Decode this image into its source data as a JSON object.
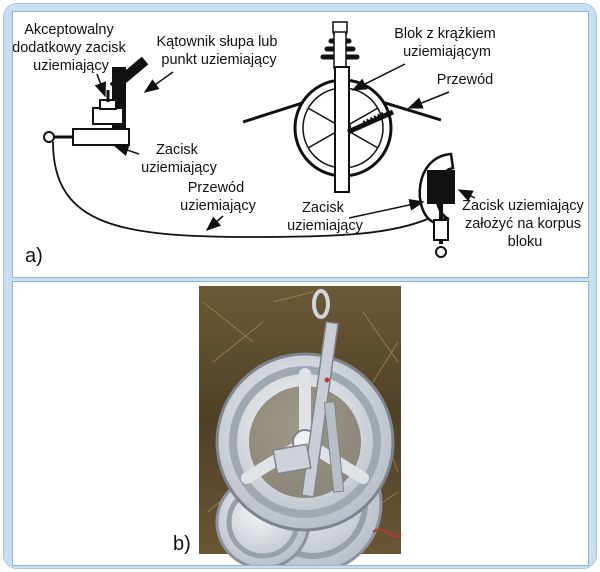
{
  "diagram": {
    "panel_a": {
      "letter": "a)",
      "labels": {
        "acceptable_clamp": [
          "Akceptowalny",
          "dodatkowy zacisk",
          "uziemiający"
        ],
        "angle_bar": [
          "Kątownik słupa lub",
          "punkt uziemiający"
        ],
        "block_with_pulley": [
          "Blok z krążkiem",
          "uziemiającym"
        ],
        "conductor": [
          "Przewód"
        ],
        "grounding_clamp_left": [
          "Zacisk",
          "uziemiający"
        ],
        "grounding_wire": [
          "Przewód",
          "uziemiający"
        ],
        "grounding_clamp_middle": [
          "Zacisk",
          "uziemiający"
        ],
        "clamp_on_block_body": [
          "Zacisk uziemiający",
          "założyć na korpus",
          "bloku"
        ]
      }
    },
    "panel_b": {
      "letter": "b)"
    }
  },
  "colors": {
    "frame": "#c9dff1",
    "panel_border": "#8fb5d8",
    "ink": "#111111",
    "photo_ground": "#5a4a2c",
    "wheel": "#d9dde4"
  }
}
